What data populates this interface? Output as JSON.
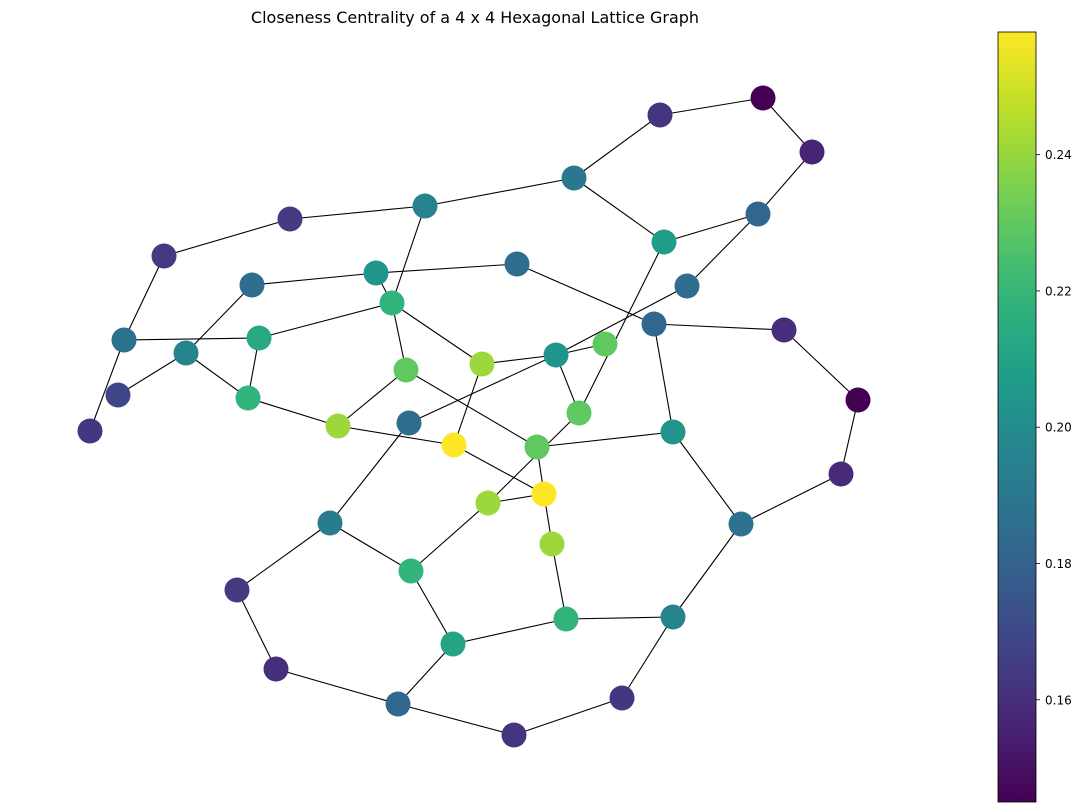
{
  "title": "Closeness Centrality of a 4 x 4 Hexagonal Lattice Graph",
  "colorbar": {
    "colormap": "viridis",
    "min": 0.145,
    "max": 0.258,
    "ticks": [
      {
        "value": 0.16,
        "label": "0.16"
      },
      {
        "value": 0.18,
        "label": "0.18"
      },
      {
        "value": 0.2,
        "label": "0.20"
      },
      {
        "value": 0.22,
        "label": "0.22"
      },
      {
        "value": 0.24,
        "label": "0.24"
      }
    ]
  },
  "node_color": "closeness centrality (viridis)",
  "edge_color": "#000000"
}
